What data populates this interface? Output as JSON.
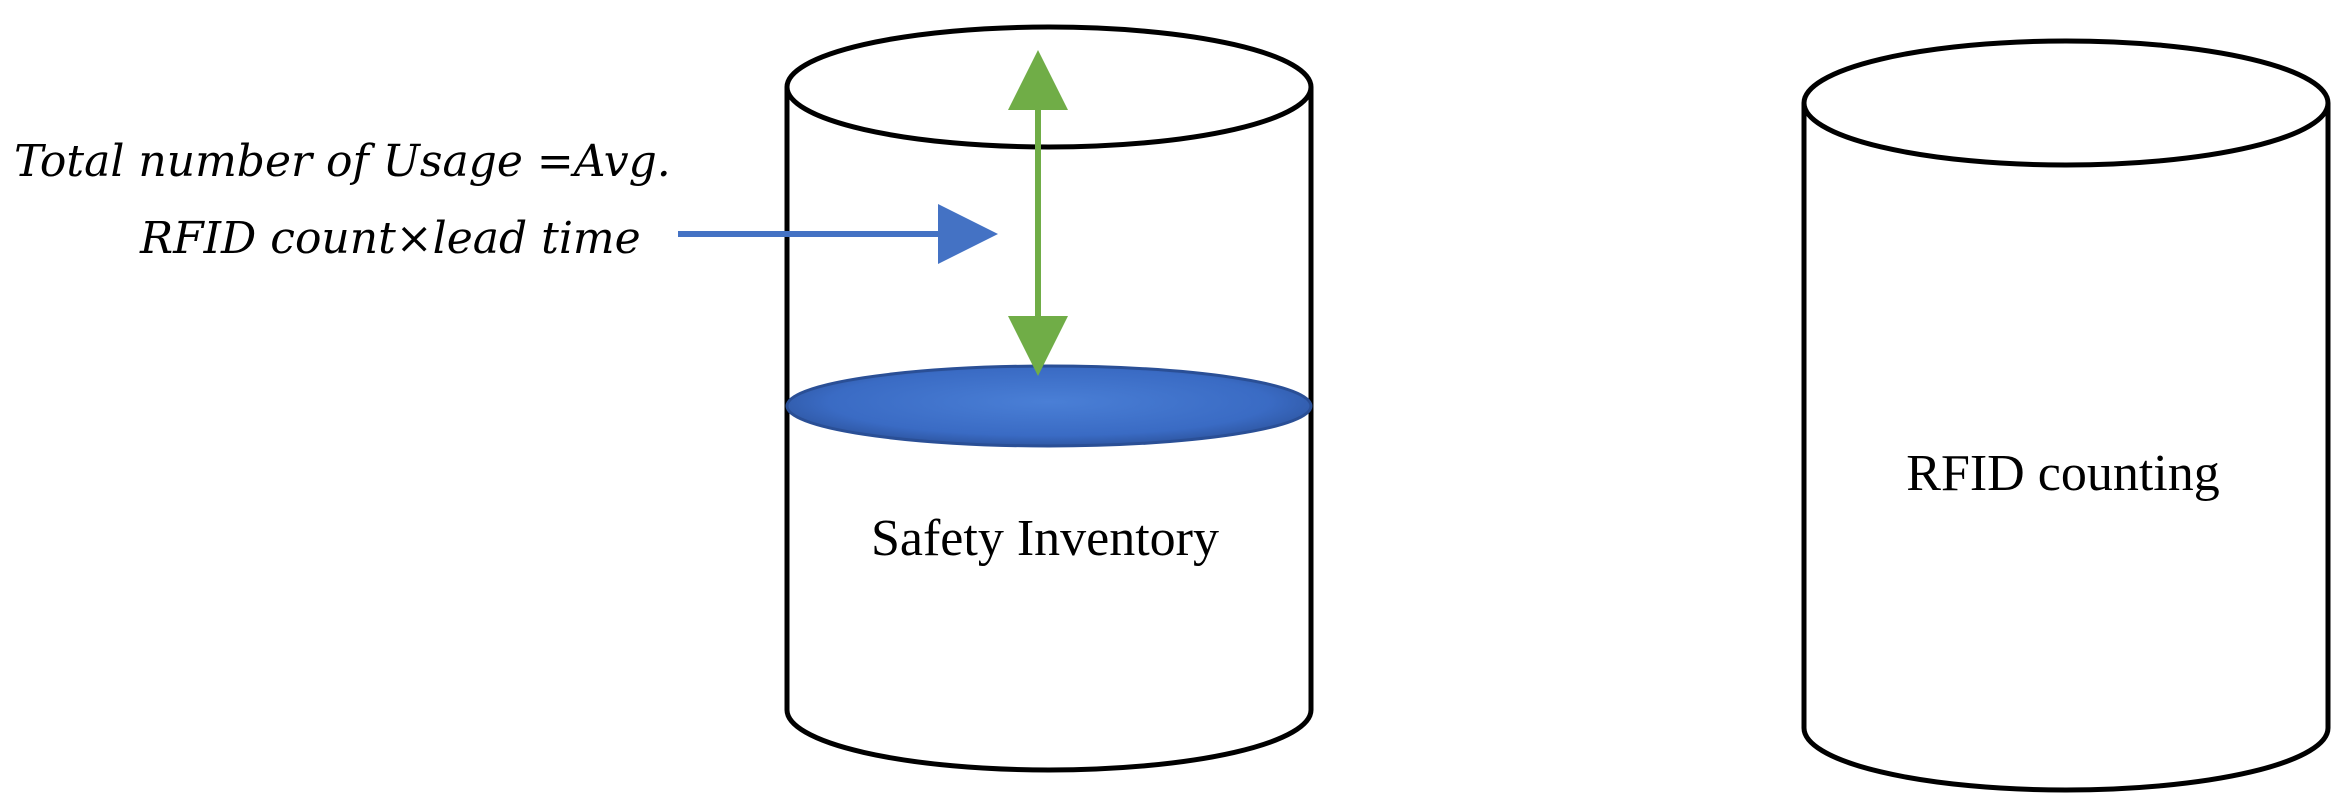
{
  "formula": {
    "line1": "Total number of Usage =Avg.",
    "line2": "RFID count×lead time"
  },
  "left_cylinder": {
    "label": "Safety Inventory"
  },
  "right_cylinder": {
    "label": "RFID counting"
  },
  "colors": {
    "outline": "#000000",
    "level_disc": "#3a6bc4",
    "level_disc_dark": "#2a4f96",
    "green_arrow": "#70ad47",
    "blue_arrow": "#4472c4"
  }
}
